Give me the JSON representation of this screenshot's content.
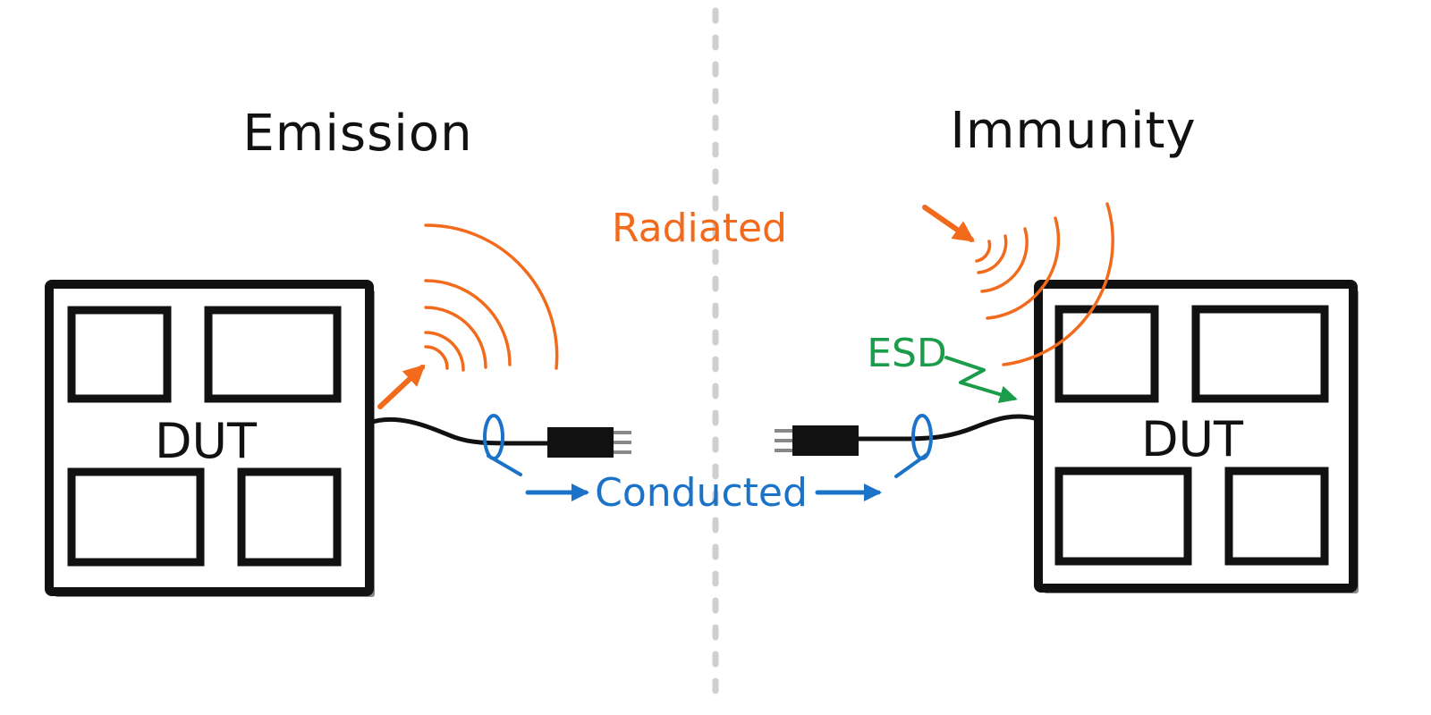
{
  "titles": {
    "emission": "Emission",
    "immunity": "Immunity"
  },
  "devices": {
    "left_label": "DUT",
    "right_label": "DUT"
  },
  "labels": {
    "radiated": "Radiated",
    "conducted": "Conducted",
    "esd": "ESD"
  },
  "colors": {
    "radiated": "#f26b1d",
    "conducted": "#1a73c8",
    "esd": "#1a9c4a",
    "ink": "#111111",
    "divider": "#cfcfcf"
  }
}
